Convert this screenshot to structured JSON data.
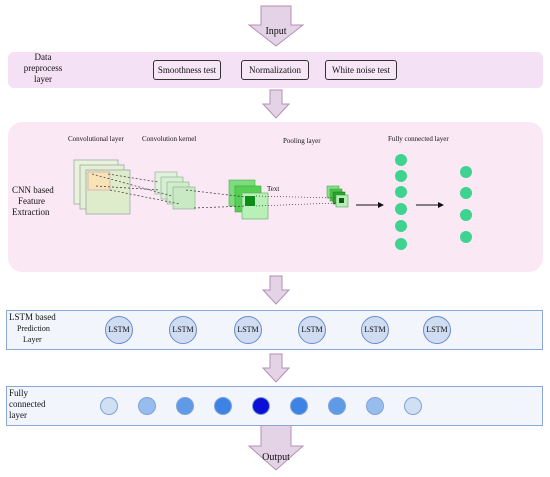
{
  "input_label": "Input",
  "output_label": "Output",
  "preprocess": {
    "title_lines": [
      "Data",
      "preprocess",
      "layer"
    ],
    "boxes": [
      "Smoothness test",
      "Normalization",
      "White noise test"
    ]
  },
  "cnn": {
    "title_lines": [
      "CNN based",
      "Feature",
      "Extraction"
    ],
    "labels": {
      "conv_layer": "Convolutional layer",
      "conv_kernel": "Convolution kernel",
      "pooling": "Pooling layer",
      "fully_connected": "Fully connected layer",
      "text": "Text"
    }
  },
  "lstm": {
    "title_lines": [
      "LSTM based",
      "Prediction",
      "Layer"
    ],
    "cells": [
      "LSTM",
      "LSTM",
      "LSTM",
      "LSTM",
      "LSTM",
      "LSTM"
    ]
  },
  "fc_layer": {
    "title_lines": [
      "Fully",
      "connected",
      "layer"
    ],
    "node_colors": [
      "#cfe0f5",
      "#97bdef",
      "#5f9ae6",
      "#3d83e6",
      "#0a10d6",
      "#3d83e6",
      "#5f9ae6",
      "#97bdef",
      "#cfe0f5"
    ]
  },
  "colors": {
    "arrow_fill": "#e4d2e6",
    "arrow_stroke": "#b490b6",
    "preprocess_bg": "#f5e1f5",
    "cnn_bg": "#fbe8f5",
    "lstm_bg": "#f2f6fc",
    "fc_node": "#3ed38f",
    "panel_border": "#8aa8d6"
  }
}
